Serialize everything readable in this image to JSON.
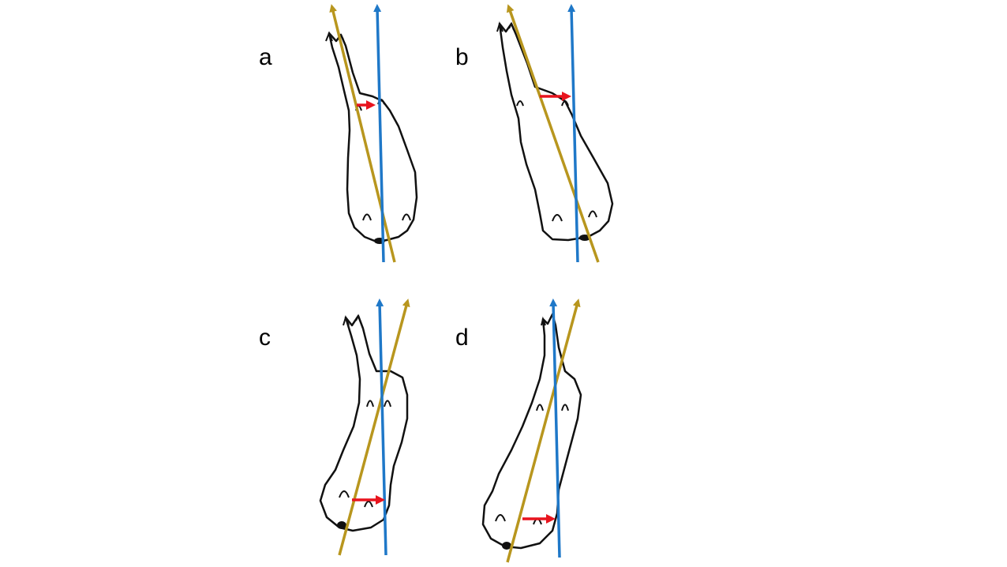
{
  "panels": [
    {
      "label": "a"
    },
    {
      "label": "b"
    },
    {
      "label": "c"
    },
    {
      "label": "d"
    }
  ],
  "colors": {
    "body_axis": "#B8961E",
    "reference_axis": "#1F78C8",
    "offset_arrow": "#E8141E",
    "outline": "#111111",
    "background": "#FFFFFF"
  }
}
